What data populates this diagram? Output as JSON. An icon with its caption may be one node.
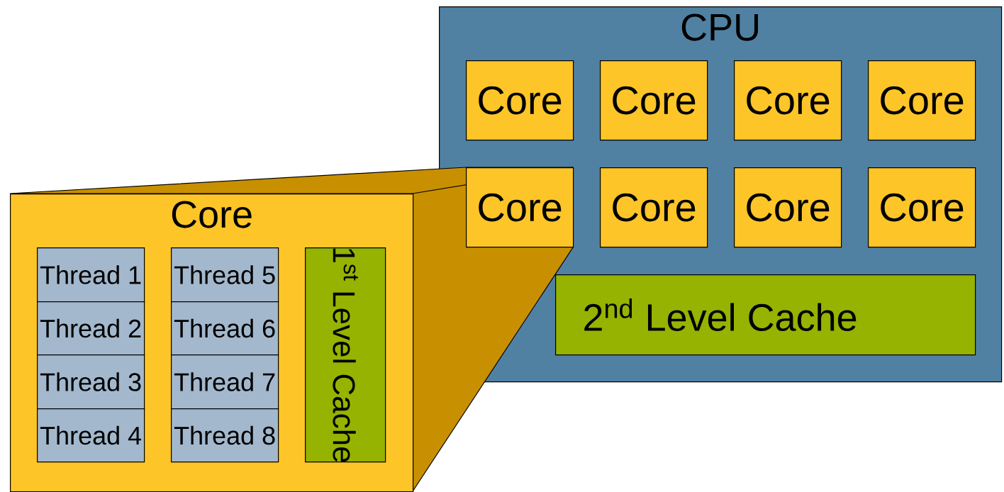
{
  "diagram": {
    "nodes": [
      {
        "text": [
          "CPU"
        ]
      },
      {
        "text": [
          "Core"
        ],
        "in": 0
      },
      {
        "text": [
          "Core"
        ],
        "in": 0
      },
      {
        "text": [
          "Core"
        ],
        "in": 0
      },
      {
        "text": [
          "Core"
        ],
        "in": 0
      },
      {
        "text": [
          "Core"
        ],
        "in": 0
      },
      {
        "text": [
          "Core"
        ],
        "in": 0
      },
      {
        "text": [
          "Core"
        ],
        "in": 0
      },
      {
        "text": [
          "Core"
        ],
        "in": 0
      },
      {
        "text": [
          "2$^{nd}$ Level Cache"
        ],
        "in": 0
      },
      {
        "text": [
          "Core"
        ]
      },
      {
        "text": [
          "Thread 1"
        ],
        "in": 10
      },
      {
        "text": [
          "Thread 2"
        ],
        "in": 10
      },
      {
        "text": [
          "Thread 3"
        ],
        "in": 10
      },
      {
        "text": [
          "Thread 4"
        ],
        "in": 10
      },
      {
        "text": [
          "Thread 5"
        ],
        "in": 10
      },
      {
        "text": [
          "Thread 6"
        ],
        "in": 10
      },
      {
        "text": [
          "Thread 7"
        ],
        "in": 10
      },
      {
        "text": [
          "Thread 8"
        ],
        "in": 10
      },
      {
        "text": [
          "1$^{st}$ Level Cache"
        ],
        "in": 10
      }
    ]
  }
}
